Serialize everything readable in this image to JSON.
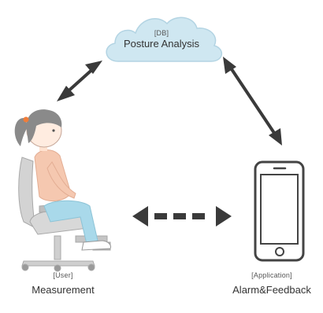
{
  "nodes": {
    "db": {
      "tag": "[DB]",
      "name": "Posture Analysis"
    },
    "user": {
      "tag": "[User]",
      "name": "Measurement"
    },
    "app": {
      "tag": "[Application]",
      "name": "Alarm&Feedback"
    }
  },
  "connections": [
    {
      "from": "user",
      "to": "db",
      "style": "solid",
      "direction": "bidirectional"
    },
    {
      "from": "db",
      "to": "app",
      "style": "solid",
      "direction": "bidirectional"
    },
    {
      "from": "user",
      "to": "app",
      "style": "dashed",
      "direction": "bidirectional"
    }
  ],
  "colors": {
    "cloud_fill": "#cfe7f1",
    "cloud_stroke": "#b3d4e3",
    "arrow": "#3a3a3a",
    "phone": "#444444",
    "shirt": "#f5c8b0",
    "pants": "#a9d9ea",
    "chair": "#d0d0d0"
  }
}
